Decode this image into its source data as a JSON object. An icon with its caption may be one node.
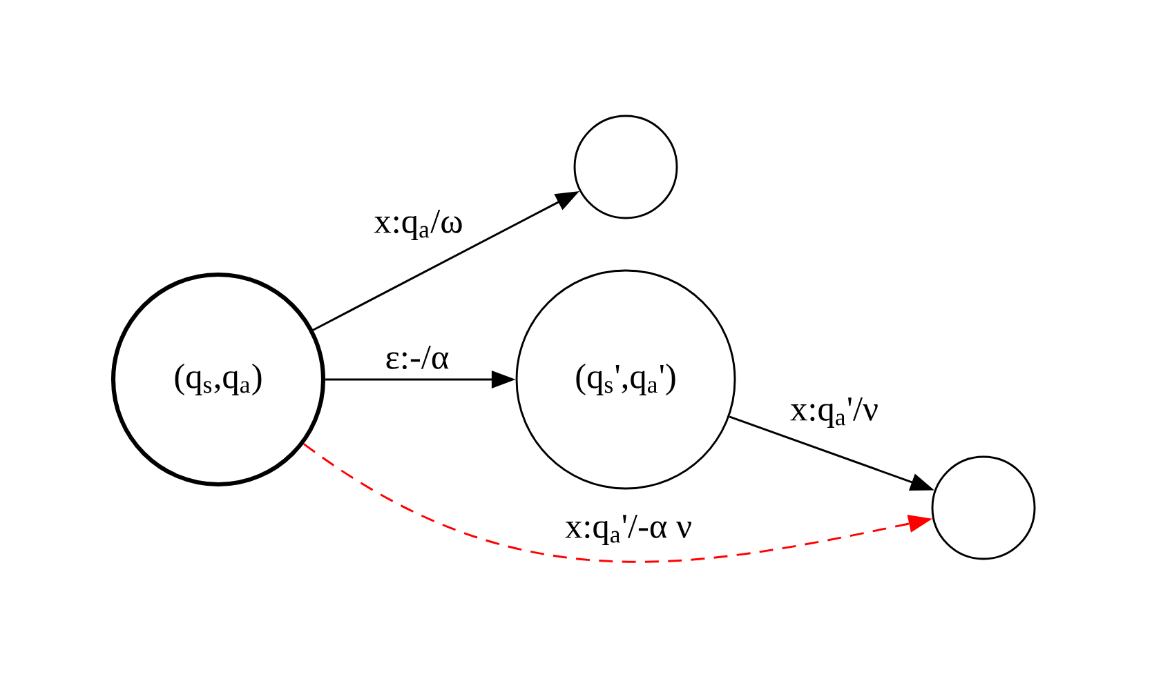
{
  "diagram": {
    "nodes": [
      {
        "text": [
          "(q$_{s}$,q$_{a}$)"
        ]
      },
      {
        "text": [],
        "shape": "circle"
      },
      {
        "text": [
          "(q$_{s}$',q$_{a}$')"
        ]
      },
      {
        "text": [],
        "shape": "circle"
      }
    ],
    "edges": [
      {
        "from": 0,
        "to": 1,
        "arrow": "to",
        "label": "x:q$_{a}$/ω"
      },
      {
        "from": 0,
        "to": 2,
        "arrow": "to",
        "label": "ε:-/α"
      },
      {
        "from": 2,
        "to": 3,
        "arrow": "to",
        "label": "x:q$_{a}$'/ν"
      },
      {
        "from": 0,
        "to": 3,
        "arrow": "to",
        "label": "x:q$_{a}$'/-α ν",
        "style": "dashed",
        "color": "#ff0000"
      }
    ]
  }
}
